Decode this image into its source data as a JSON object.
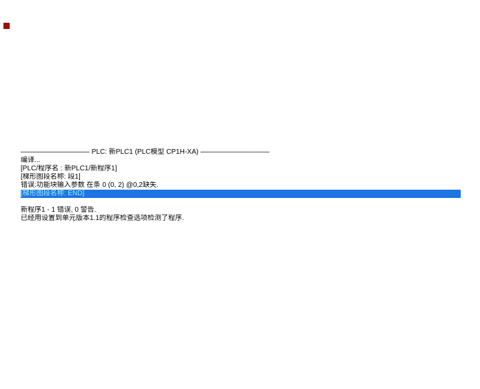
{
  "window": {
    "background": "#ffffff"
  },
  "decoration": {
    "red_square_color": "#9c1006"
  },
  "output": {
    "selection": {
      "background": "#1d74e2",
      "text_color": "#9beefd"
    },
    "lines": [
      {
        "type": "normal",
        "text": "—————————— PLC: 新PLC1 (PLC模型 CP1H-XA) ——————————"
      },
      {
        "type": "normal",
        "text": "编译..."
      },
      {
        "type": "normal",
        "text": "[PLC/程序名 : 新PLC1/新程序1]"
      },
      {
        "type": "normal",
        "text": "[梯形图段名称: 段1]"
      },
      {
        "type": "normal",
        "text": "错误:功能块输入参数 在条 0 (0, 2) @0,2缺失."
      },
      {
        "type": "selected",
        "text": "[梯形图段名称: END]"
      },
      {
        "type": "blank",
        "text": ""
      },
      {
        "type": "normal",
        "text": "新程序1 - 1 错误, 0 警告."
      },
      {
        "type": "normal",
        "text": "已经用设置到单元版本1.1的程序检查选项检测了程序."
      }
    ]
  }
}
